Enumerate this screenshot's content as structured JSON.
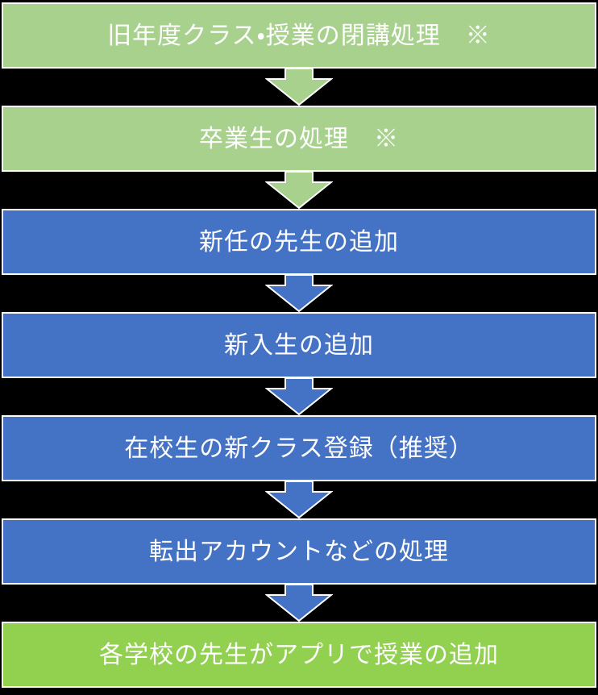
{
  "flowchart": {
    "background": "#000000",
    "border_color": "#ffffff",
    "text_color": "#ffffff",
    "steps": [
      {
        "label": "旧年度クラス・授業の閉講処理　※",
        "fill": "#a9d18e"
      },
      {
        "label": "卒業生の処理　※",
        "fill": "#a9d18e"
      },
      {
        "label": "新任の先生の追加",
        "fill": "#4472c4"
      },
      {
        "label": "新入生の追加",
        "fill": "#4472c4"
      },
      {
        "label": "在校生の新クラス登録（推奨）",
        "fill": "#4472c4"
      },
      {
        "label": "転出アカウントなどの処理",
        "fill": "#4472c4"
      },
      {
        "label": "各学校の先生がアプリで授業の追加",
        "fill": "#92d050"
      }
    ],
    "arrows": [
      {
        "fill": "#a9d18e"
      },
      {
        "fill": "#a9d18e"
      },
      {
        "fill": "#4472c4"
      },
      {
        "fill": "#4472c4"
      },
      {
        "fill": "#4472c4"
      },
      {
        "fill": "#4472c4"
      }
    ]
  }
}
